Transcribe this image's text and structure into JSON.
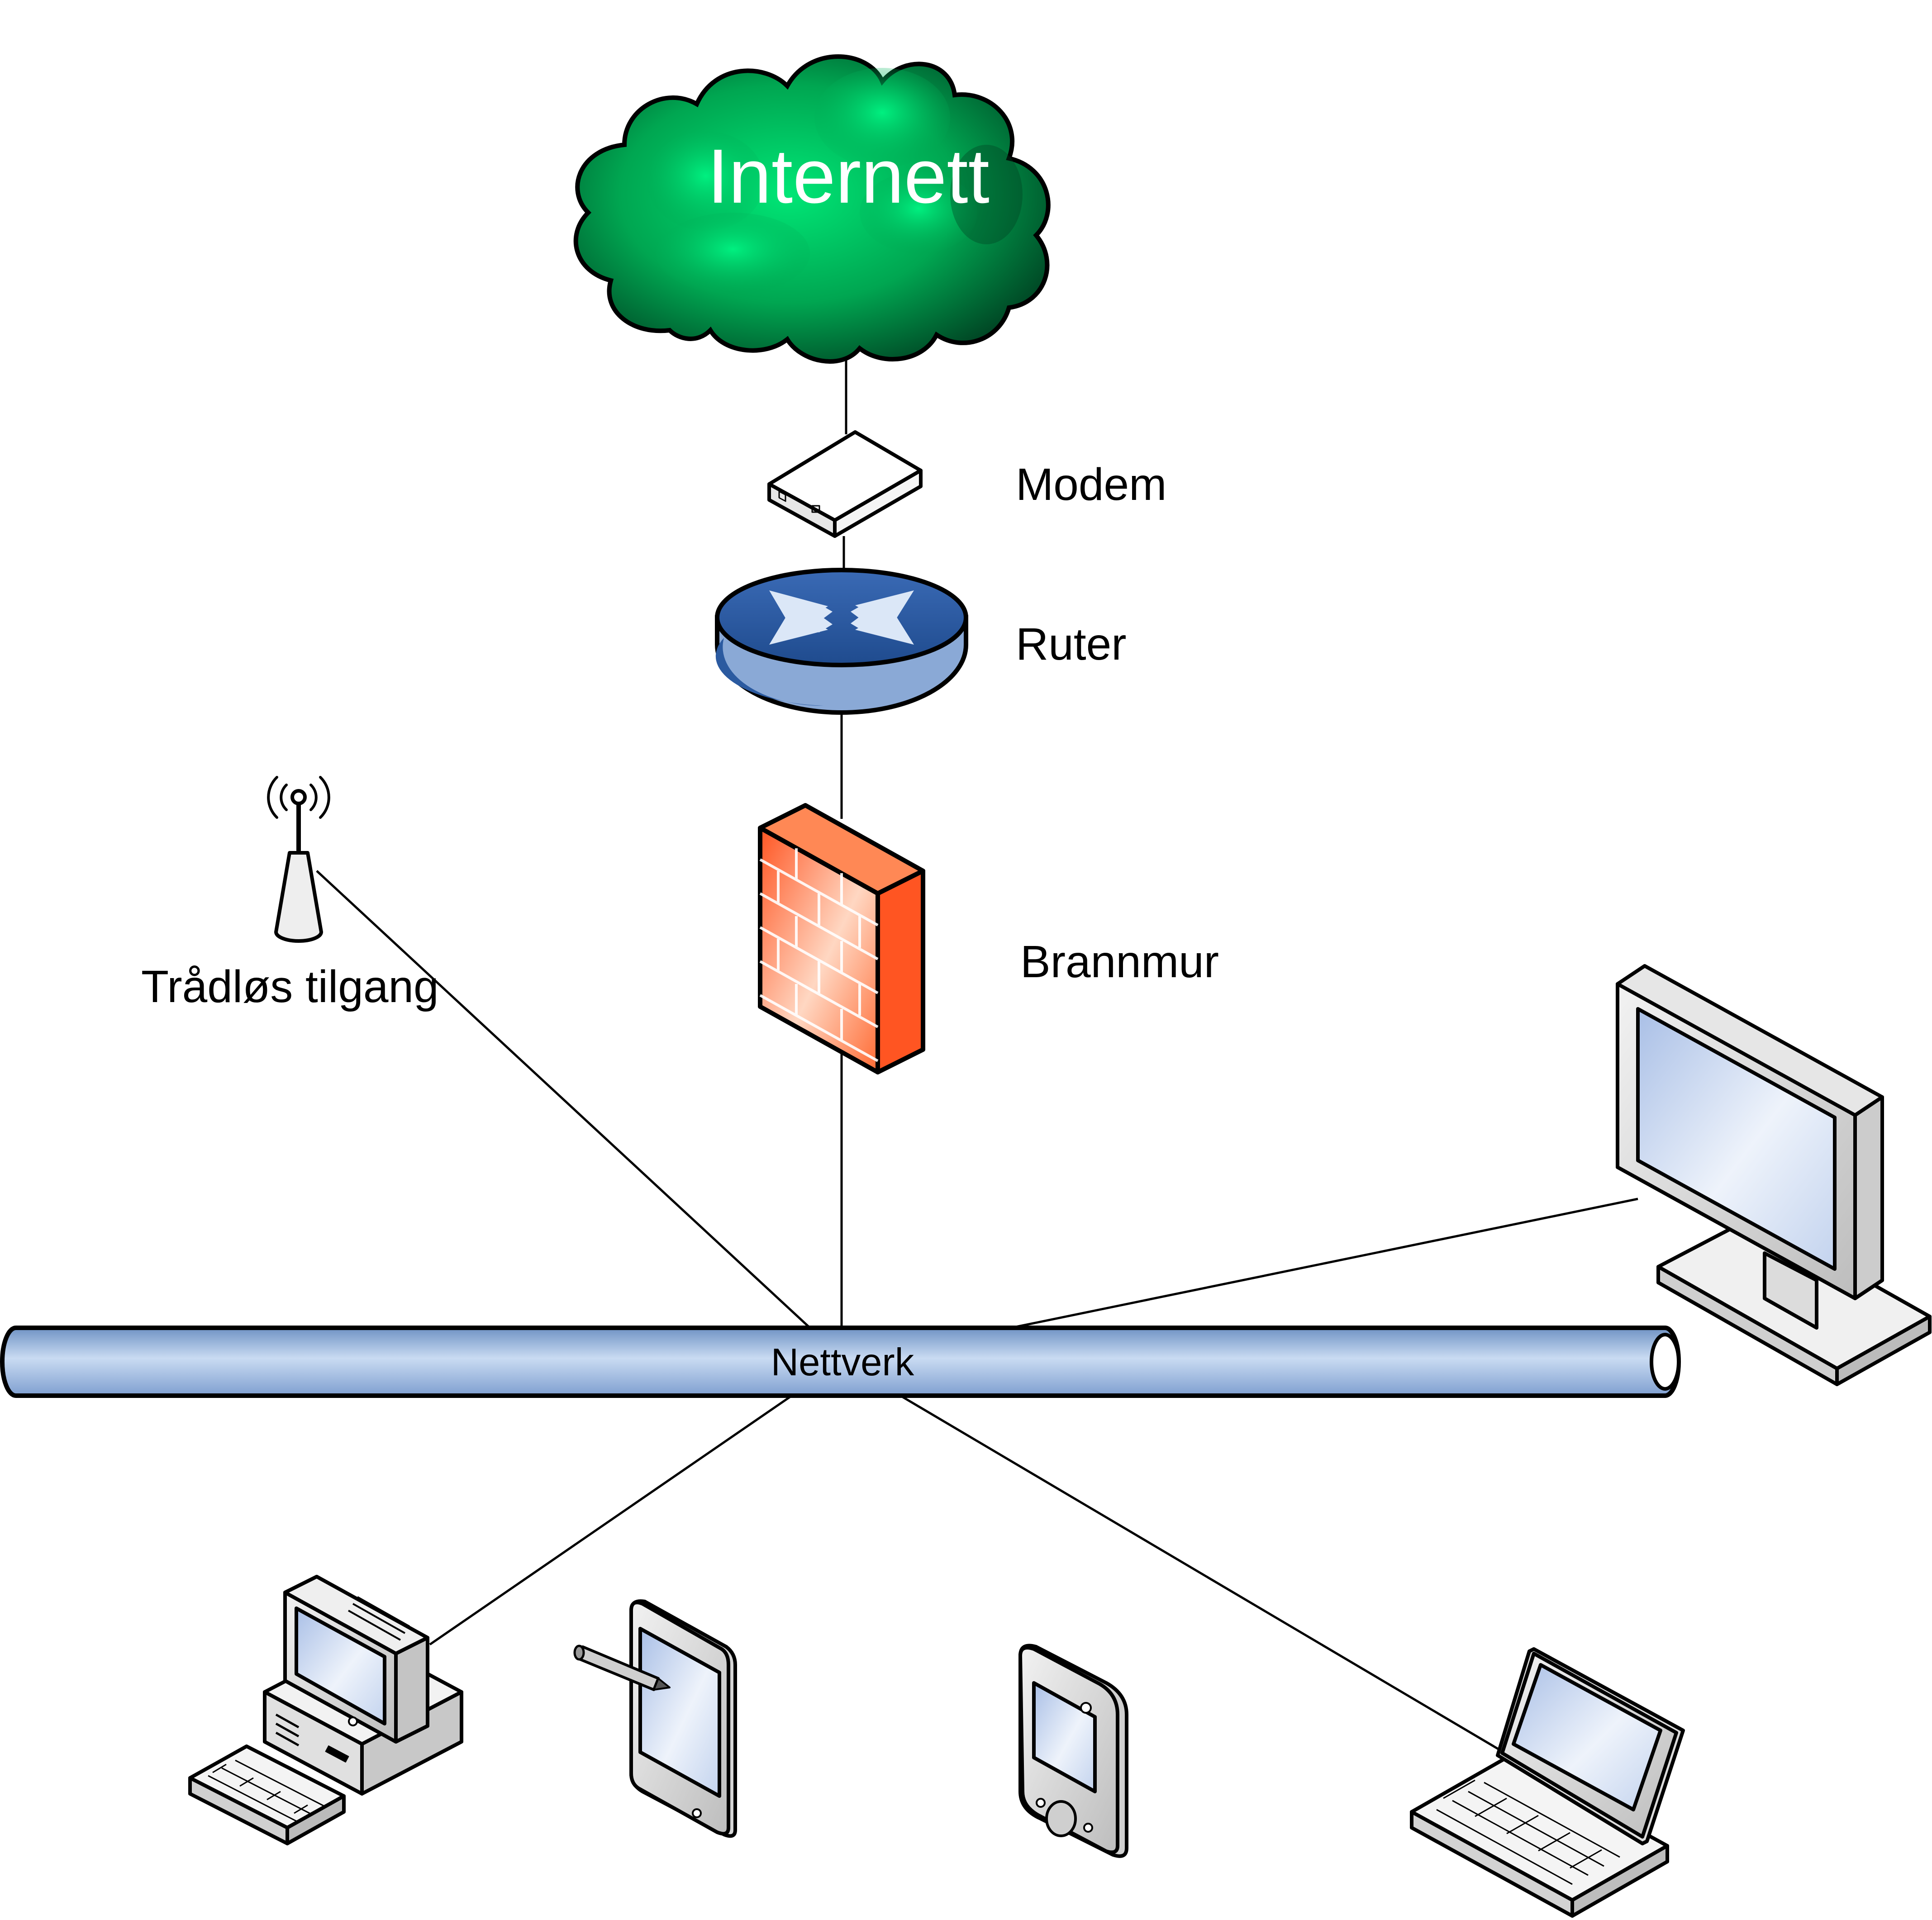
{
  "labels": {
    "internet": "Internett",
    "modem": "Modem",
    "router": "Ruter",
    "firewall": "Brannmur",
    "wireless_access": "Trådløs tilgang",
    "network": "Nettverk"
  },
  "colors": {
    "cloud_light": "#00e676",
    "cloud_dark": "#003d20",
    "router_blue": "#2b5aa0",
    "router_light": "#8aa9d6",
    "firewall_orange": "#ff6633",
    "bus_blue": "#9ab9e0",
    "device_gray": "#d9d9d9",
    "screen_blue": "#c9d7f0",
    "line": "#000000"
  },
  "icons": [
    "cloud-icon",
    "modem-icon",
    "router-icon",
    "firewall-icon",
    "wireless-access-point-icon",
    "monitor-icon",
    "desktop-computer-icon",
    "tablet-icon",
    "pda-icon",
    "laptop-icon"
  ]
}
